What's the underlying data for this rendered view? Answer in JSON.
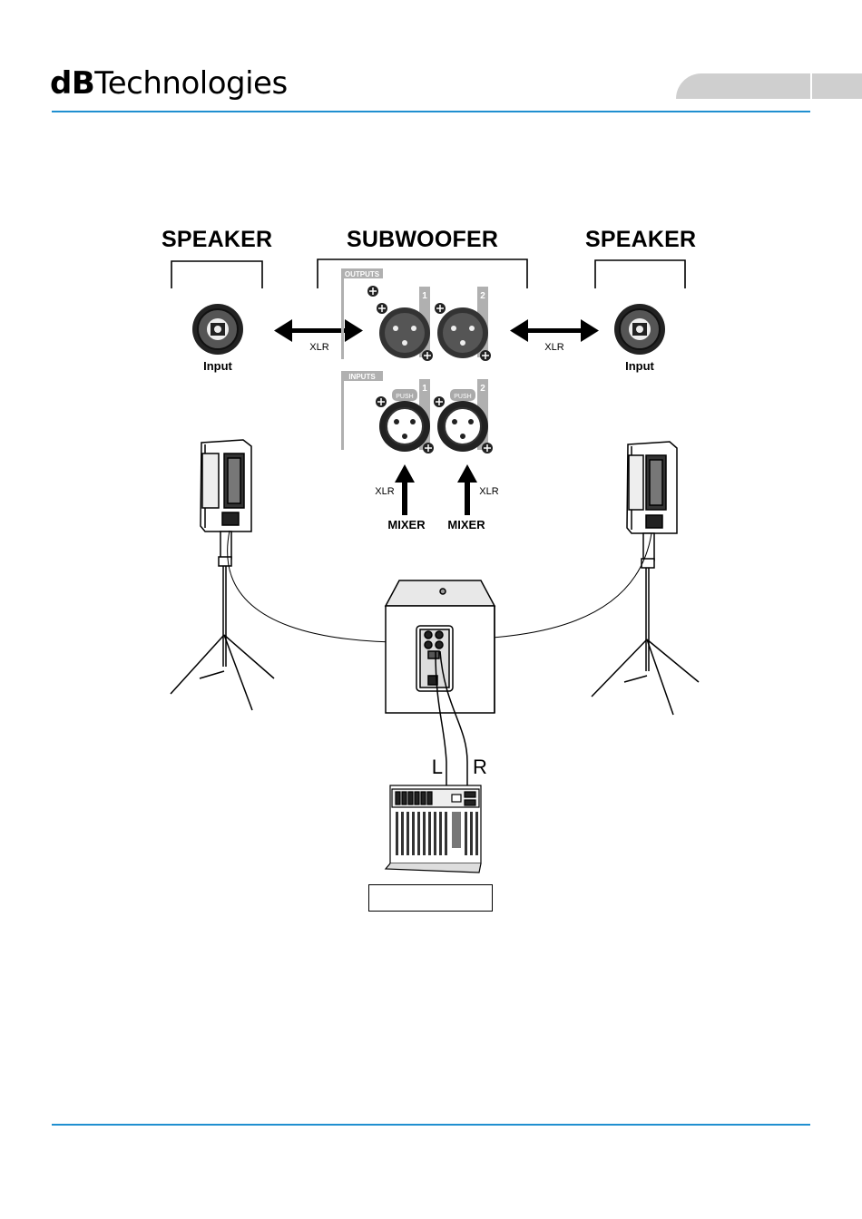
{
  "header": {
    "logo_bold": "dB",
    "logo_text": "Technologies",
    "accent_color": "#1f8fd0"
  },
  "diagram": {
    "left_title": "SPEAKER",
    "center_title": "SUBWOOFER",
    "right_title": "SPEAKER",
    "left_input_label": "Input",
    "right_input_label": "Input",
    "left_xlr_label": "XLR",
    "right_xlr_label": "XLR",
    "outputs_label": "OUTPUTS",
    "inputs_label": "INPUTS",
    "out_ch1": "1",
    "out_ch2": "2",
    "in_ch1": "1",
    "in_ch2": "2",
    "push_label_1": "PUSH",
    "push_label_2": "PUSH",
    "mixer_xlr_left": "XLR",
    "mixer_xlr_right": "XLR",
    "mixer_left": "MIXER",
    "mixer_right": "MIXER",
    "cable_left": "L",
    "cable_right": "R",
    "caption_box_text": ""
  }
}
